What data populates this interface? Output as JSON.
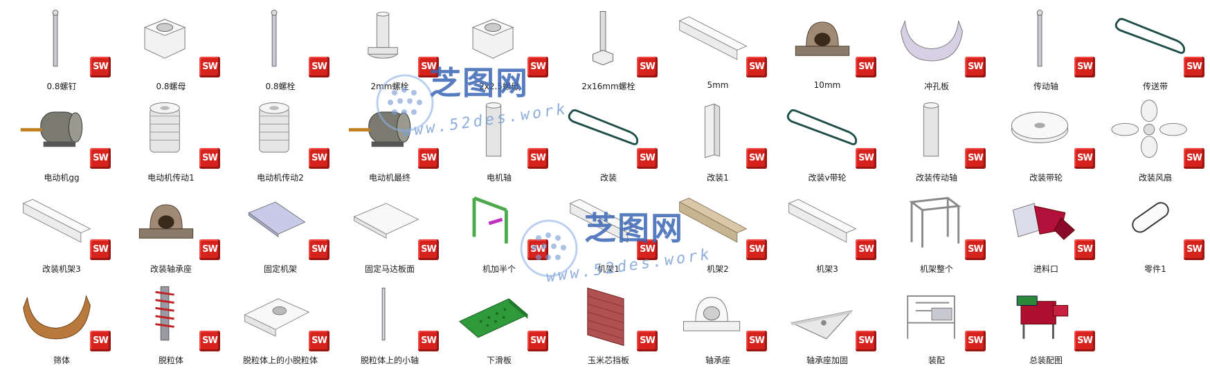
{
  "items": [
    {
      "label": "0.8螺钉",
      "icon": "screw"
    },
    {
      "label": "0.8螺母",
      "icon": "hex-nut"
    },
    {
      "label": "0.8螺栓",
      "icon": "screw"
    },
    {
      "label": "2mm螺栓",
      "icon": "shaft-bolt"
    },
    {
      "label": "2x2.5螺母",
      "icon": "hex-nut"
    },
    {
      "label": "2x16mm螺栓",
      "icon": "hex-bolt"
    },
    {
      "label": "5mm",
      "icon": "bar"
    },
    {
      "label": "10mm",
      "icon": "bearing-block"
    },
    {
      "label": "冲孔板",
      "icon": "trough"
    },
    {
      "label": "传动轴",
      "icon": "screw"
    },
    {
      "label": "传送带",
      "icon": "belt"
    },
    {
      "label": "电动机gg",
      "icon": "motor"
    },
    {
      "label": "电动机传动1",
      "icon": "pulley-stack"
    },
    {
      "label": "电动机传动2",
      "icon": "pulley-stack"
    },
    {
      "label": "电动机最终",
      "icon": "motor"
    },
    {
      "label": "电机轴",
      "icon": "cylinder"
    },
    {
      "label": "改装",
      "icon": "belt"
    },
    {
      "label": "改装1",
      "icon": "column"
    },
    {
      "label": "改装v带轮",
      "icon": "belt"
    },
    {
      "label": "改装传动轴",
      "icon": "cylinder"
    },
    {
      "label": "改装带轮",
      "icon": "disc"
    },
    {
      "label": "改装风扇",
      "icon": "fan"
    },
    {
      "label": "改装机架3",
      "icon": "bar"
    },
    {
      "label": "改装轴承座",
      "icon": "bearing-block"
    },
    {
      "label": "固定机架",
      "icon": "plate-blue"
    },
    {
      "label": "固定马达板面",
      "icon": "plate"
    },
    {
      "label": "机加半个",
      "icon": "frame-green"
    },
    {
      "label": "机架1",
      "icon": "bar"
    },
    {
      "label": "机架2",
      "icon": "bar-wood"
    },
    {
      "label": "机架3",
      "icon": "bar"
    },
    {
      "label": "机架整个",
      "icon": "frame"
    },
    {
      "label": "进料口",
      "icon": "hopper"
    },
    {
      "label": "零件1",
      "icon": "capsule"
    },
    {
      "label": "筛体",
      "icon": "trough-bronze"
    },
    {
      "label": "脱粒体",
      "icon": "thresher"
    },
    {
      "label": "脱粒体上的小脱粒体",
      "icon": "plate-hole"
    },
    {
      "label": "脱粒体上的小轴",
      "icon": "thin-rod"
    },
    {
      "label": "下滑板",
      "icon": "slide-green"
    },
    {
      "label": "玉米芯挡板",
      "icon": "mesh-red"
    },
    {
      "label": "轴承座",
      "icon": "pillow-block"
    },
    {
      "label": "轴承座加固",
      "icon": "triangle"
    },
    {
      "label": "装配",
      "icon": "assembly"
    },
    {
      "label": "总装配图",
      "icon": "machine"
    }
  ],
  "badge_text": "SW",
  "watermark": {
    "title": "芝图网",
    "url": "www.52des.work"
  },
  "colors": {
    "badge": "#d6231e",
    "watermark": "#3a66b4"
  }
}
